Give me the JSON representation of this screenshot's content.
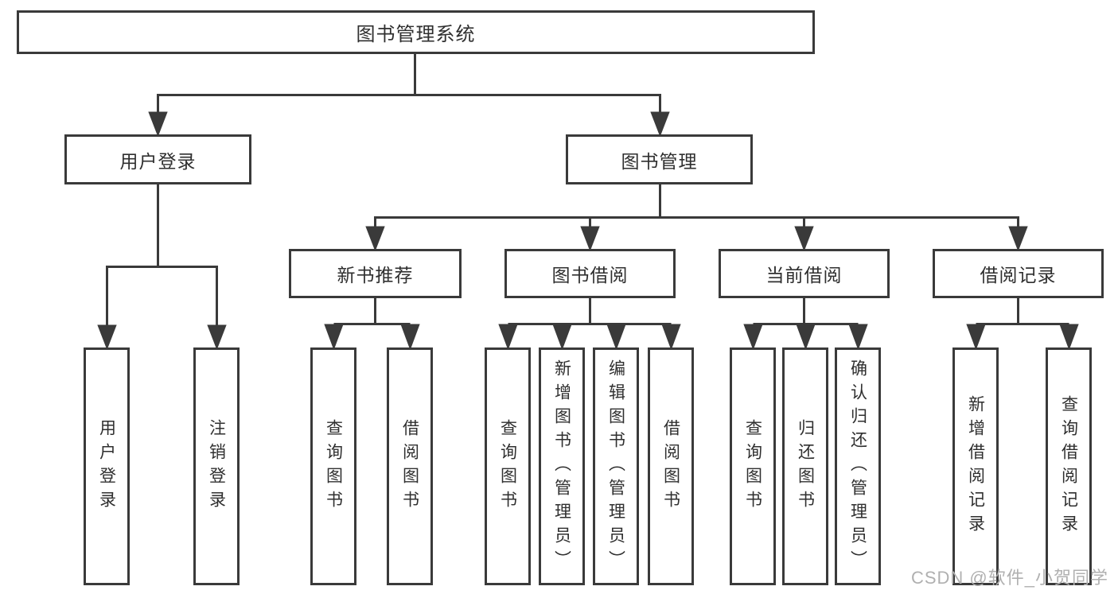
{
  "diagram_type": "hierarchy-tree",
  "tree": {
    "label": "图书管理系统",
    "children": [
      {
        "label": "用户登录",
        "children": [
          {
            "label": "用户登录"
          },
          {
            "label": "注销登录"
          }
        ]
      },
      {
        "label": "图书管理",
        "children": [
          {
            "label": "新书推荐",
            "children": [
              {
                "label": "查询图书"
              },
              {
                "label": "借阅图书"
              }
            ]
          },
          {
            "label": "图书借阅",
            "children": [
              {
                "label": "查询图书"
              },
              {
                "label": "新增图书（管理员）"
              },
              {
                "label": "编辑图书（管理员）"
              },
              {
                "label": "借阅图书"
              }
            ]
          },
          {
            "label": "当前借阅",
            "children": [
              {
                "label": "查询图书"
              },
              {
                "label": "归还图书"
              },
              {
                "label": "确认归还（管理员）"
              }
            ]
          },
          {
            "label": "借阅记录",
            "children": [
              {
                "label": "新增借阅记录"
              },
              {
                "label": "查询借阅记录"
              }
            ]
          }
        ]
      }
    ]
  },
  "watermark": "CSDN @软件_小贺同学",
  "colors": {
    "box_border": "#3a3a3a",
    "connector_line": "#3a3a3a",
    "text": "#2f2f2f",
    "watermark": "#b0b0b0",
    "background": "#ffffff"
  }
}
